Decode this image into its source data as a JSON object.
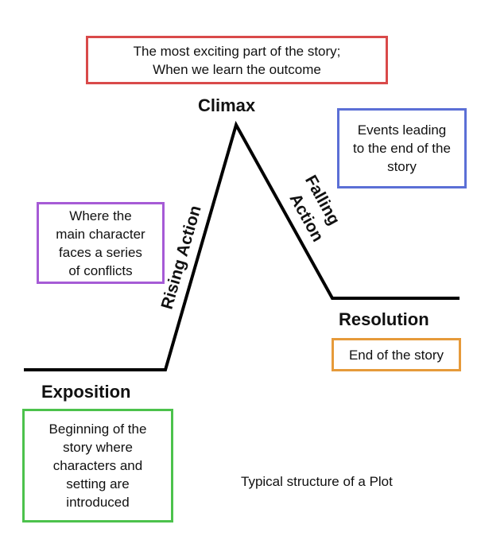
{
  "stages": {
    "climax": "Climax",
    "rising_action": "Rising Action",
    "falling_action": "Falling Action",
    "resolution": "Resolution",
    "exposition": "Exposition"
  },
  "notes": {
    "climax": [
      "The most exciting part of the story;",
      "When we learn the outcome"
    ],
    "falling_action": [
      "Events leading",
      "to the end of the",
      "story"
    ],
    "rising_action": [
      "Where the",
      "main character",
      "faces a series",
      "of conflicts"
    ],
    "resolution": [
      "End of the story"
    ],
    "exposition": [
      "Beginning of the",
      "story where",
      "characters and",
      "setting are",
      "introduced"
    ]
  },
  "caption": "Typical structure of a Plot",
  "colors": {
    "climax_box": "#d94a4a",
    "falling_box": "#5b6fd6",
    "rising_box": "#a65bd6",
    "resolution_box": "#e69a3a",
    "exposition_box": "#4cc24c",
    "line": "#000000"
  }
}
